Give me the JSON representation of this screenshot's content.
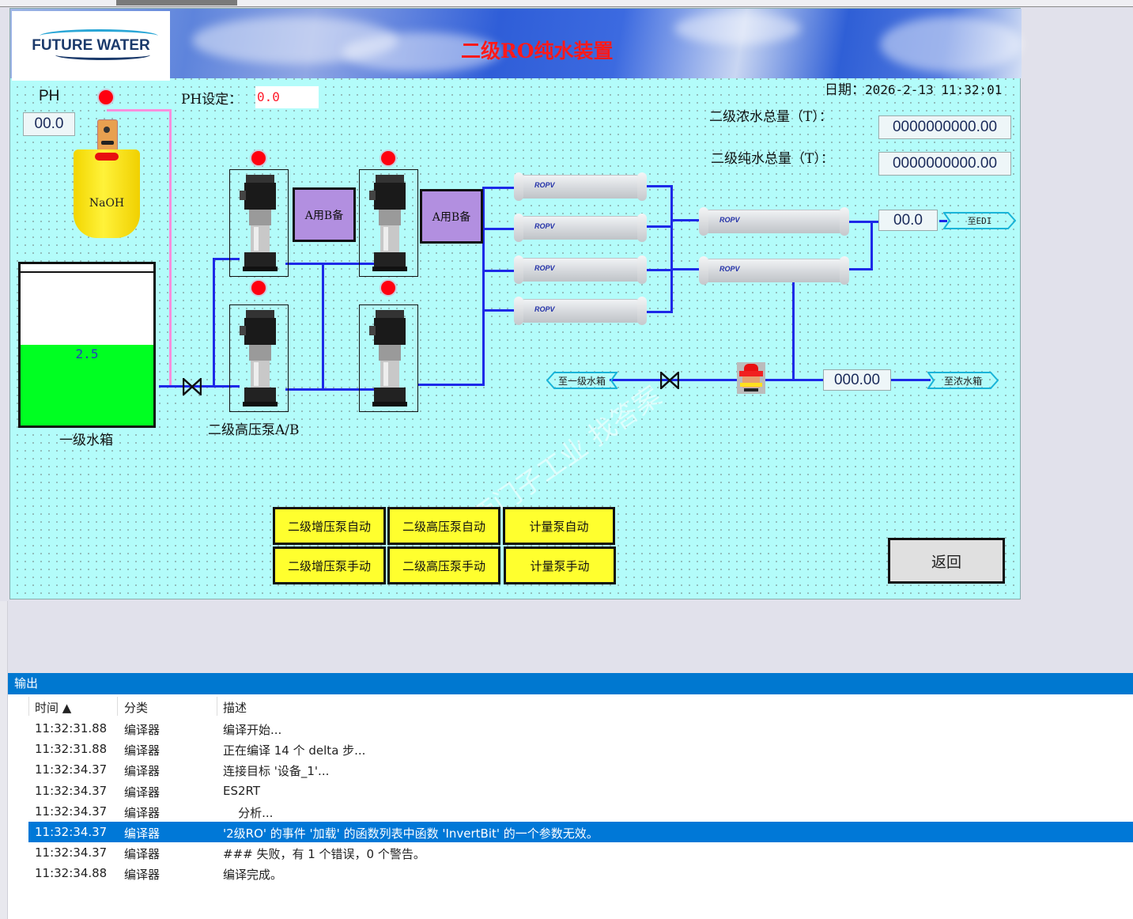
{
  "hmi": {
    "logo_text": "FUTURE WATER",
    "title": "二级RO纯水装置",
    "date_label": "日期：",
    "datetime": "2026-2-13 11:32:01",
    "ph_label": "PH",
    "ph_value": "00.0",
    "ph_set_label": "PH设定：",
    "ph_set_value": "0.0",
    "concentrate_total_label": "二级浓水总量（T）：",
    "concentrate_total_value": "0000000000.00",
    "pure_total_label": "二级纯水总量（T）：",
    "pure_total_value": "0000000000.00",
    "naoh_label": "NaOH",
    "tank_label": "一级水箱",
    "tank_level_value": "2.5",
    "tank_level_fraction": 0.5,
    "pump_group_label": "二级高压泵A/B",
    "ab_mode_1": "A用B备",
    "ab_mode_2": "A用B备",
    "membrane_brand": "ROPV",
    "edi_flow_value": "00.0",
    "to_edi_label": "至EDI",
    "concentrate_flow_value": "000.00",
    "to_concentrate_tank_label": "至浓水箱",
    "to_primary_tank_label": "至一级水箱",
    "status_colors": {
      "indicator": "#ff0010",
      "pipe": "#1d29e8",
      "dosing_line": "#ff8edc",
      "tank_fill": "#00ff22"
    },
    "buttons": {
      "booster_auto": "二级增压泵自动",
      "hp_auto": "二级高压泵自动",
      "meter_auto": "计量泵自动",
      "booster_manual": "二级增压泵手动",
      "hp_manual": "二级高压泵手动",
      "meter_manual": "计量泵手动",
      "back": "返回"
    }
  },
  "output": {
    "title": "输出",
    "columns": {
      "time": "时间 ▲",
      "category": "分类",
      "description": "描述"
    },
    "rows": [
      {
        "time": "11:32:31.88",
        "category": "编译器",
        "description": "编译开始..."
      },
      {
        "time": "11:32:31.88",
        "category": "编译器",
        "description": "正在编译 14 个 delta 步..."
      },
      {
        "time": "11:32:34.37",
        "category": "编译器",
        "description": "连接目标 '设备_1'..."
      },
      {
        "time": "11:32:34.37",
        "category": "编译器",
        "description": "ES2RT"
      },
      {
        "time": "11:32:34.37",
        "category": "编译器",
        "description": "    分析..."
      },
      {
        "time": "11:32:34.37",
        "category": "编译器",
        "description": "'2级RO' 的事件 '加载' 的函数列表中函数 'InvertBit' 的一个参数无效。"
      },
      {
        "time": "11:32:34.37",
        "category": "编译器",
        "description": "### 失败，有 1 个错误，0 个警告。"
      },
      {
        "time": "11:32:34.88",
        "category": "编译器",
        "description": "编译完成。"
      }
    ],
    "selected_row": 5
  }
}
